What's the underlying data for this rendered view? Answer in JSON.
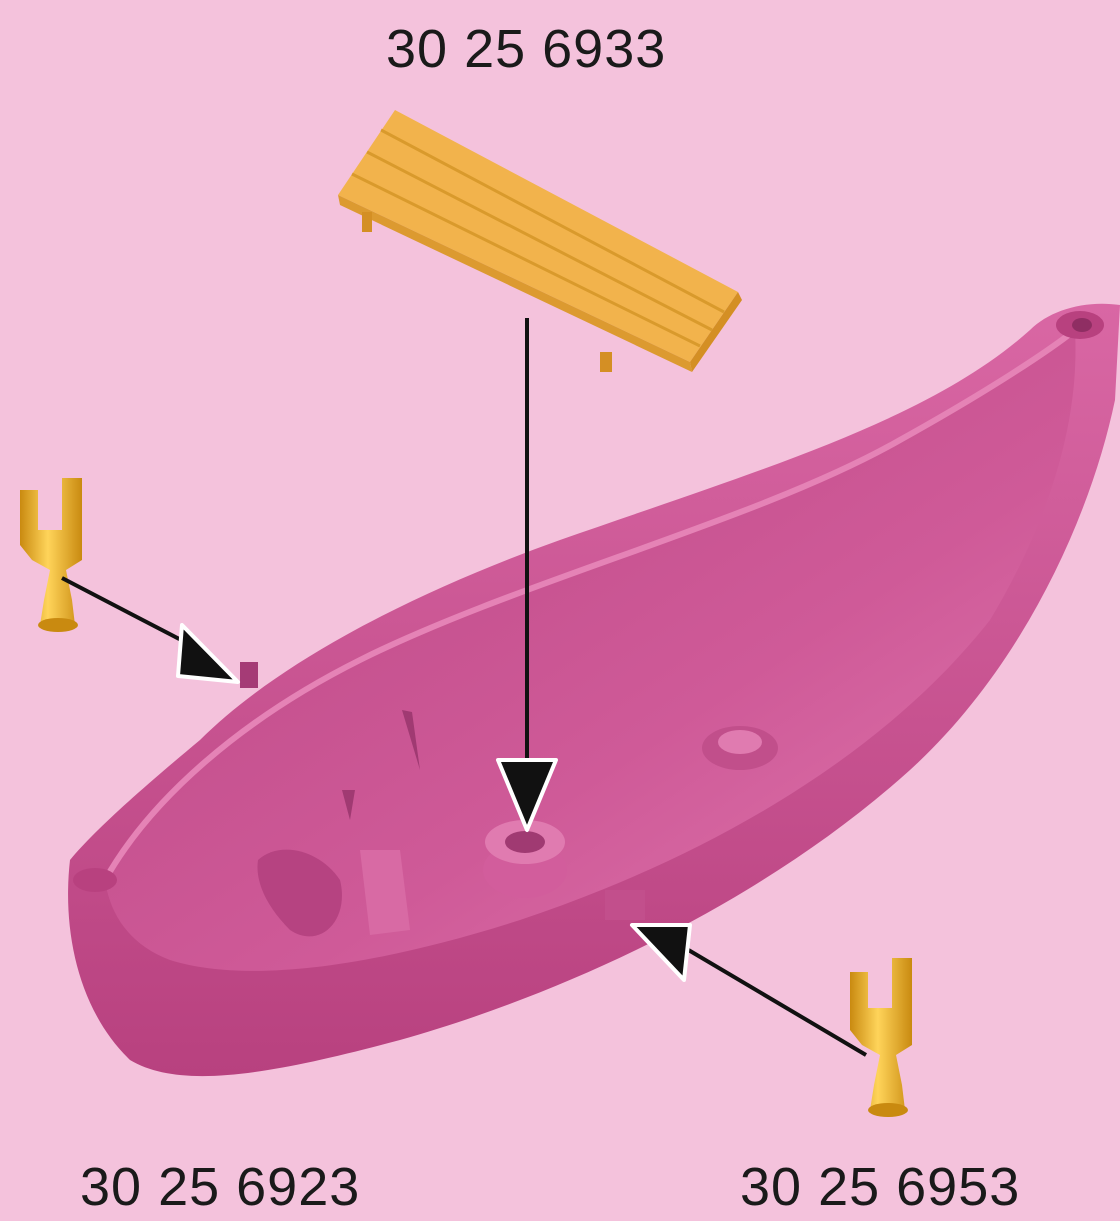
{
  "colors": {
    "background": "#f4c2dc",
    "boat": "#c9508f",
    "plank": "#f2b34c",
    "holder": "#f1b62a",
    "arrow": "#111111",
    "text": "#1a1a1a"
  },
  "labels": {
    "top_part": "30 25 6933",
    "bottom_left_part": "30 25 6923",
    "bottom_right_part": "30 25 6953"
  },
  "parts": [
    {
      "name": "seat-plank",
      "icon": "plank-icon"
    },
    {
      "name": "boat-hull",
      "icon": "boat-icon"
    },
    {
      "name": "oar-holder-left",
      "icon": "oarlock-icon"
    },
    {
      "name": "oar-holder-right",
      "icon": "oarlock-icon"
    }
  ]
}
